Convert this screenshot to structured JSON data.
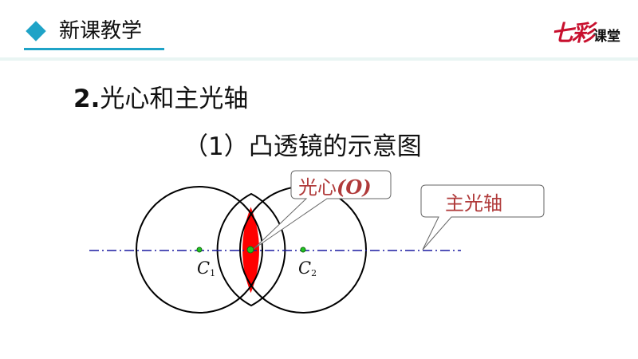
{
  "header": {
    "title": "新课教学",
    "brand_main": "七彩",
    "brand_sub": "课堂"
  },
  "section": {
    "number": "2.",
    "title": "光心和主光轴"
  },
  "subtitle": "（1）凸透镜的示意图",
  "diagram": {
    "optical_center_label": "光心",
    "optical_center_paren_open": "(",
    "optical_center_symbol": "O",
    "optical_center_paren_close": ")",
    "principal_axis_label": "主光轴",
    "center1_letter": "C",
    "center1_sub": "1",
    "center2_letter": "C",
    "center2_sub": "2",
    "lens_color": "#ff0000",
    "axis_color": "#1a1aa0",
    "point_color": "#22c322"
  }
}
